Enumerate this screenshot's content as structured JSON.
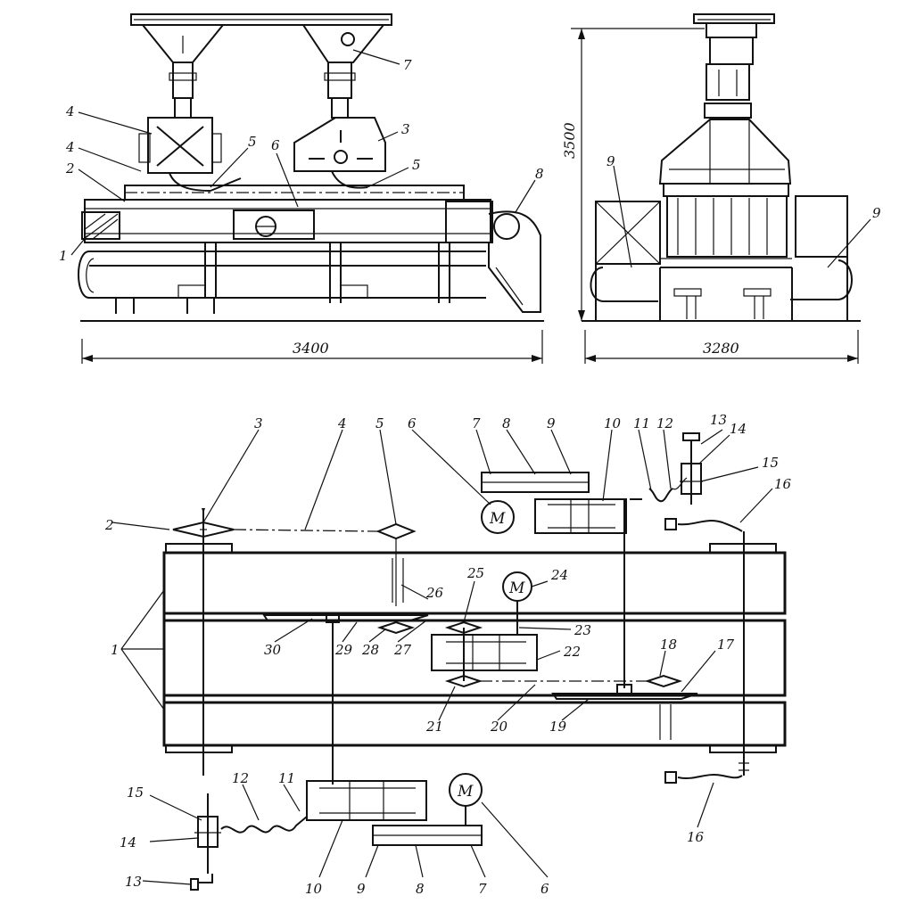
{
  "dimensions": {
    "length": "3400",
    "height": "3500",
    "width": "3280"
  },
  "motor_symbol": "M",
  "side_view_labels": [
    "1",
    "2",
    "3",
    "4",
    "4",
    "5",
    "5",
    "6",
    "7",
    "8",
    "9",
    "9"
  ],
  "scheme_labels": {
    "top": [
      "2",
      "3",
      "4",
      "5",
      "6",
      "7",
      "8",
      "9",
      "10",
      "11",
      "12",
      "13",
      "14",
      "15",
      "16"
    ],
    "middle": [
      "1",
      "17",
      "18",
      "19",
      "20",
      "21",
      "22",
      "23",
      "24",
      "25",
      "26",
      "27",
      "28",
      "29",
      "30"
    ],
    "bottom": [
      "6",
      "7",
      "8",
      "9",
      "10",
      "11",
      "12",
      "13",
      "14",
      "15",
      "16"
    ]
  }
}
